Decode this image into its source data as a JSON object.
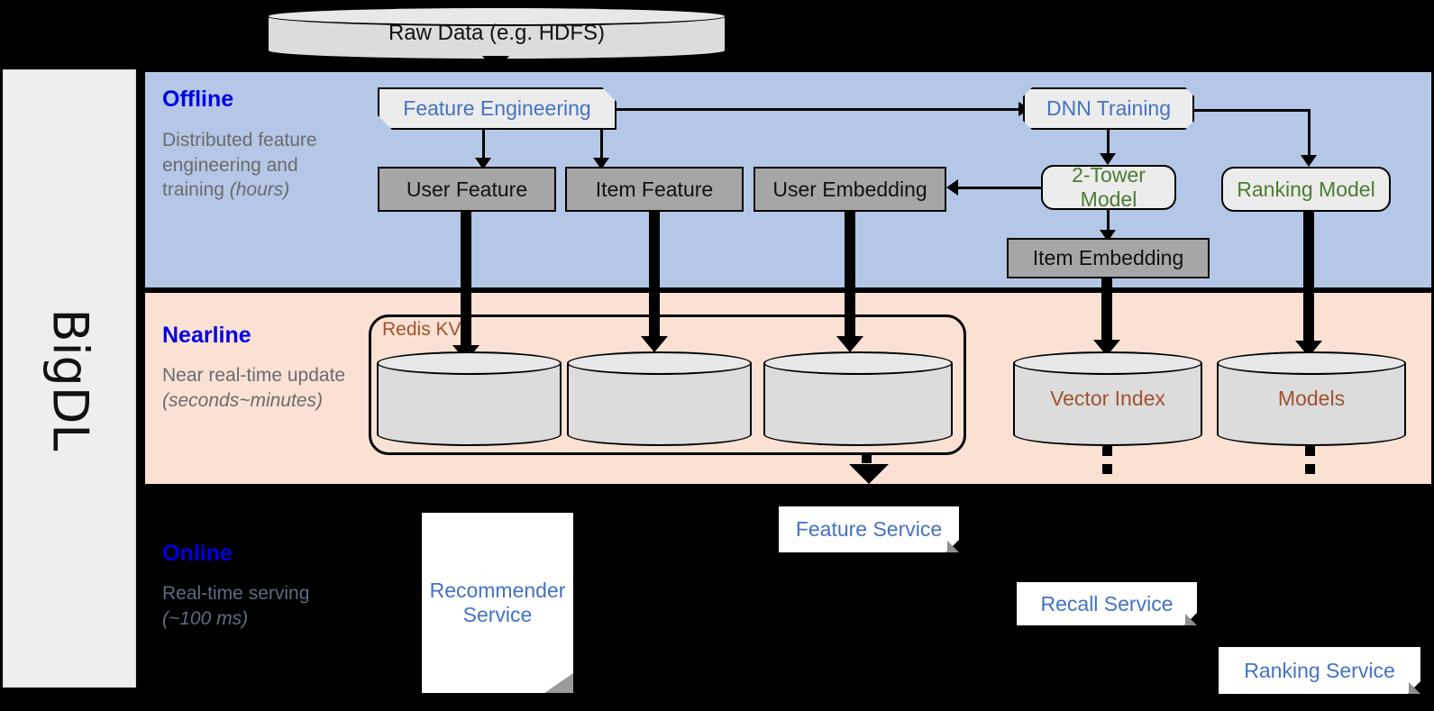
{
  "framework": {
    "name": "BigDL"
  },
  "source": {
    "label": "Raw Data (e.g. HDFS)"
  },
  "stages": [
    {
      "id": "offline",
      "title": "Offline",
      "desc_plain": "Distributed feature engineering and training ",
      "desc_italic": "(hours)"
    },
    {
      "id": "nearline",
      "title": "Nearline",
      "desc_plain": "Near real-time update ",
      "desc_italic": "(seconds~minutes)"
    },
    {
      "id": "online",
      "title": "Online",
      "desc_plain": "Real-time serving ",
      "desc_italic": "(~100 ms)"
    }
  ],
  "offline": {
    "feature_engineering": "Feature Engineering",
    "dnn_training": "DNN Training",
    "user_feature": "User Feature",
    "item_feature": "Item Feature",
    "user_embedding": "User Embedding",
    "two_tower_model": "2-Tower Model",
    "ranking_model": "Ranking Model",
    "item_embedding": "Item Embedding"
  },
  "nearline": {
    "redis_kv": "Redis KV",
    "store_1": "",
    "store_2": "",
    "store_3": "",
    "vector_index": "Vector Index",
    "models": "Models"
  },
  "online": {
    "recommender_service": "Recommender Service",
    "feature_service": "Feature Service",
    "recall_service": "Recall Service",
    "ranking_service": "Ranking Service"
  },
  "colors": {
    "offline_band": "#b4c7e7",
    "nearline_band": "#fae1d3",
    "online_band": "#000000",
    "stage_title": "#0000e0",
    "stage_desc": "#6b6b6b",
    "blue_text": "#4472c4",
    "green_text": "#4a7c2f",
    "brown_text": "#a0522d",
    "grey_box": "#a6a6a6",
    "panel_bg": "#eeeeee"
  }
}
